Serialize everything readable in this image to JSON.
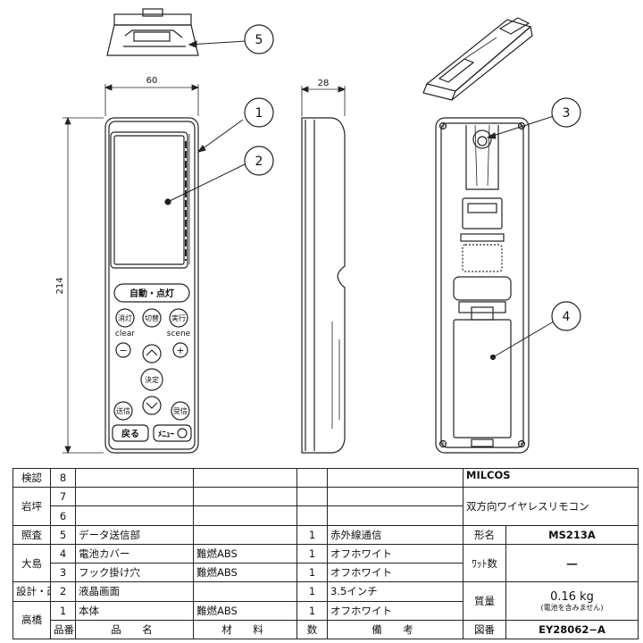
{
  "dimensions": {
    "width": "60",
    "height": "214",
    "depth": "28"
  },
  "callouts": [
    "1",
    "2",
    "3",
    "4",
    "5"
  ],
  "remote": {
    "btn_auto": "自動・点灯",
    "btn_off": "消灯",
    "btn_switch": "切替",
    "btn_exec": "実行",
    "label_clear": "clear",
    "label_scene": "scene",
    "btn_minus": "−",
    "btn_plus": "+",
    "btn_decide": "決定",
    "btn_send": "送信",
    "btn_receive": "受信",
    "btn_back": "戻る",
    "btn_menu": "ﾒﾆｭｰ"
  },
  "titleblock": {
    "brand": "MILCOS",
    "title": "双方向ワイヤレスリモコン",
    "roles": {
      "kenin": "検認",
      "iwatsubo": "岩坪",
      "shousa": "照査",
      "oshima": "大島",
      "sekkei": "設計・改定",
      "takahashi": "高橋"
    },
    "rows": [
      {
        "no": "8",
        "name": "",
        "material": "",
        "qty": "",
        "remarks": ""
      },
      {
        "no": "7",
        "name": "",
        "material": "",
        "qty": "",
        "remarks": ""
      },
      {
        "no": "6",
        "name": "",
        "material": "",
        "qty": "",
        "remarks": ""
      },
      {
        "no": "5",
        "name": "データ送信部",
        "material": "",
        "qty": "1",
        "remarks": "赤外線通信"
      },
      {
        "no": "4",
        "name": "電池カバー",
        "material": "難燃ABS",
        "qty": "1",
        "remarks": "オフホワイト"
      },
      {
        "no": "3",
        "name": "フック掛け穴",
        "material": "難燃ABS",
        "qty": "1",
        "remarks": "オフホワイト"
      },
      {
        "no": "2",
        "name": "液晶画面",
        "material": "",
        "qty": "1",
        "remarks": "3.5インチ"
      },
      {
        "no": "1",
        "name": "本体",
        "material": "難燃ABS",
        "qty": "1",
        "remarks": "オフホワイト"
      }
    ],
    "header": {
      "no": "品番",
      "name": "品　名",
      "material": "材　料",
      "qty": "数",
      "remarks": "備　考"
    },
    "spec": {
      "model_label": "形名",
      "model_value": "MS213A",
      "watt_label": "ﾜｯﾄ数",
      "watt_value": "―",
      "mass_label": "質量",
      "mass_value": "0.16 kg",
      "mass_note": "(電池を含みません)",
      "drawing_label": "図番",
      "drawing_value": "EY28062−A"
    }
  }
}
